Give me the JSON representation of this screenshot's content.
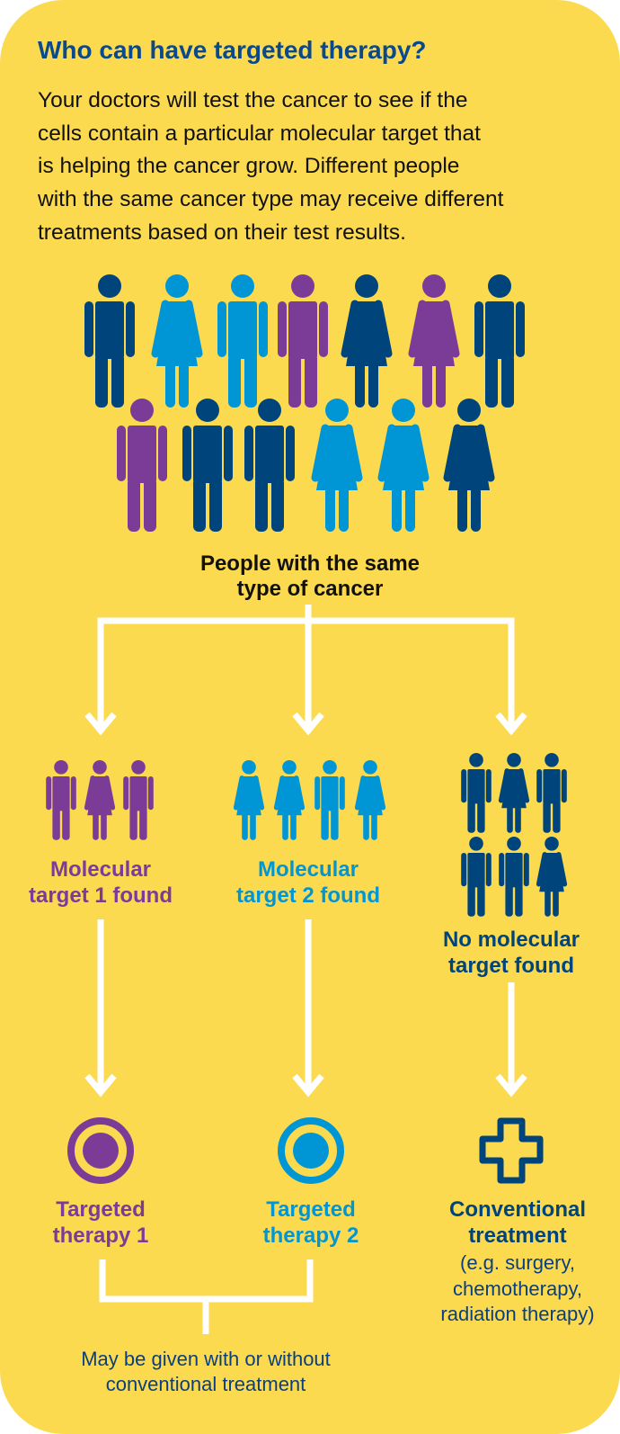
{
  "title": "Who can have targeted therapy?",
  "intro_lines": [
    "Your doctors will test the cancer to see if the",
    "cells contain a particular molecular target that",
    "is helping the cancer grow. Different people",
    "with the same cancer type may receive different",
    "treatments based on their test results."
  ],
  "colors": {
    "background": "#fcda50",
    "navy": "#00447c",
    "light_blue": "#0096d6",
    "purple": "#7b3c97",
    "white": "#ffffff"
  },
  "population": {
    "label_lines": [
      "People with the same",
      "type of cancer"
    ],
    "row1": [
      [
        "male",
        "navy"
      ],
      [
        "female",
        "light_blue"
      ],
      [
        "male",
        "light_blue"
      ],
      [
        "male",
        "purple"
      ],
      [
        "female",
        "navy"
      ],
      [
        "female",
        "purple"
      ],
      [
        "male",
        "navy"
      ]
    ],
    "row2": [
      [
        "male",
        "purple"
      ],
      [
        "male",
        "navy"
      ],
      [
        "male",
        "navy"
      ],
      [
        "female",
        "light_blue"
      ],
      [
        "female",
        "light_blue"
      ],
      [
        "female",
        "navy"
      ]
    ]
  },
  "branches": [
    {
      "group": [
        [
          "male",
          "purple"
        ],
        [
          "female",
          "purple"
        ],
        [
          "male",
          "purple"
        ]
      ],
      "label_lines": [
        "Molecular",
        "target 1 found"
      ],
      "treatment_icon": "target-icon",
      "treatment_lines": [
        "Targeted",
        "therapy 1"
      ],
      "color": "purple"
    },
    {
      "group": [
        [
          "female",
          "light_blue"
        ],
        [
          "female",
          "light_blue"
        ],
        [
          "male",
          "light_blue"
        ],
        [
          "female",
          "light_blue"
        ]
      ],
      "label_lines": [
        "Molecular",
        "target 2 found"
      ],
      "treatment_icon": "target-icon",
      "treatment_lines": [
        "Targeted",
        "therapy 2"
      ],
      "color": "light_blue"
    },
    {
      "group": [
        [
          "male",
          "navy"
        ],
        [
          "female",
          "navy"
        ],
        [
          "male",
          "navy"
        ],
        [
          "male",
          "navy"
        ],
        [
          "male",
          "navy"
        ],
        [
          "female",
          "navy"
        ]
      ],
      "label_lines": [
        "No molecular",
        "target found"
      ],
      "treatment_icon": "plus-cross-icon",
      "treatment_lines": [
        "Conventional",
        "treatment"
      ],
      "treatment_note_lines": [
        "(e.g. surgery,",
        "chemotherapy,",
        "radiation therapy)"
      ],
      "color": "navy"
    }
  ],
  "footnote_lines": [
    "May be given with or without",
    "conventional treatment"
  ]
}
